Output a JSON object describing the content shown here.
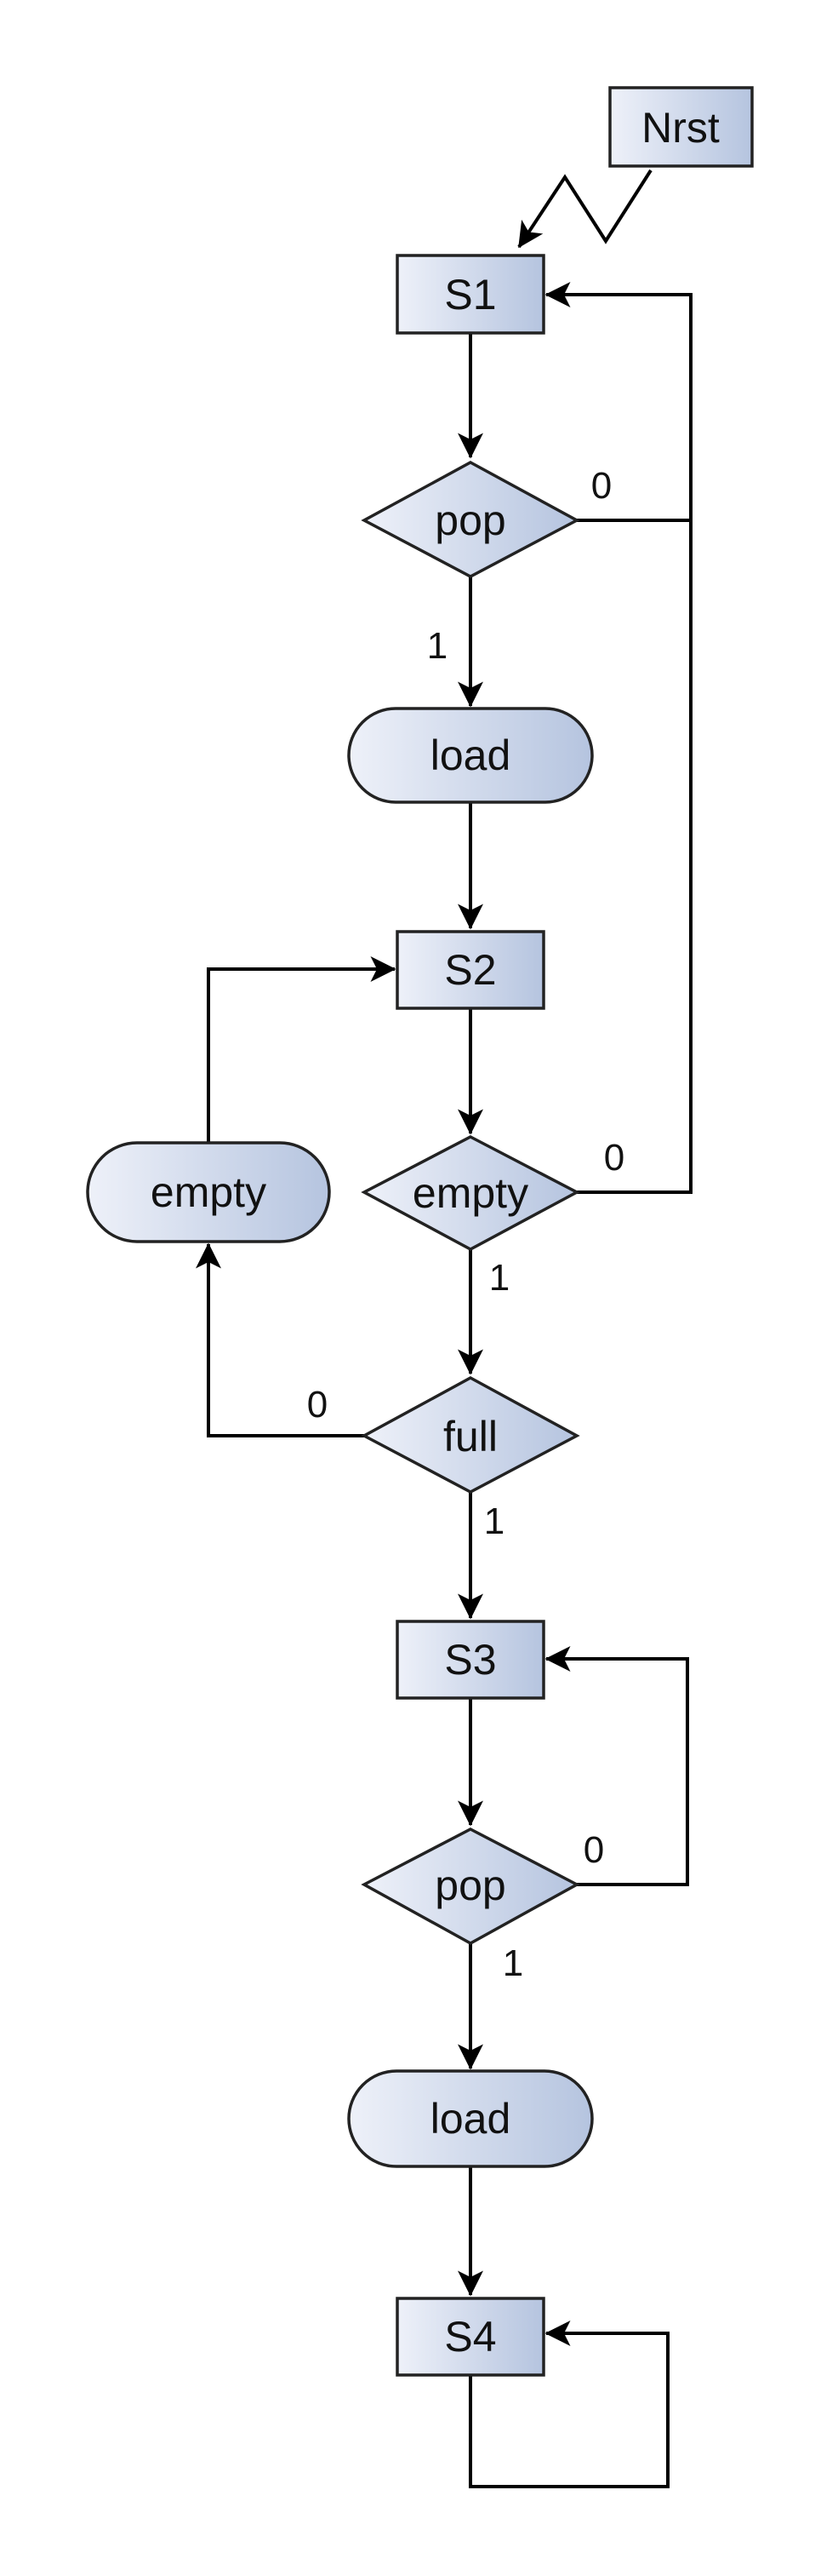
{
  "nodes": {
    "nrst": {
      "label": "Nrst",
      "shape": "rectangle"
    },
    "s1": {
      "label": "S1",
      "shape": "rectangle"
    },
    "pop1": {
      "label": "pop",
      "shape": "diamond"
    },
    "load1": {
      "label": "load",
      "shape": "rounded"
    },
    "s2": {
      "label": "S2",
      "shape": "rectangle"
    },
    "empty_check": {
      "label": "empty",
      "shape": "diamond"
    },
    "empty_action": {
      "label": "empty",
      "shape": "rounded"
    },
    "full": {
      "label": "full",
      "shape": "diamond"
    },
    "s3": {
      "label": "S3",
      "shape": "rectangle"
    },
    "pop2": {
      "label": "pop",
      "shape": "diamond"
    },
    "load2": {
      "label": "load",
      "shape": "rounded"
    },
    "s4": {
      "label": "S4",
      "shape": "rectangle"
    }
  },
  "edge_labels": {
    "pop1_no": "0",
    "pop1_yes": "1",
    "empty_no": "0",
    "empty_yes": "1",
    "full_no": "0",
    "full_yes": "1",
    "pop2_no": "0",
    "pop2_yes": "1"
  },
  "colors": {
    "node_fill_light": "#eef1f9",
    "node_fill_dark": "#b5c4df",
    "stroke": "#222222",
    "edge": "#000000"
  }
}
